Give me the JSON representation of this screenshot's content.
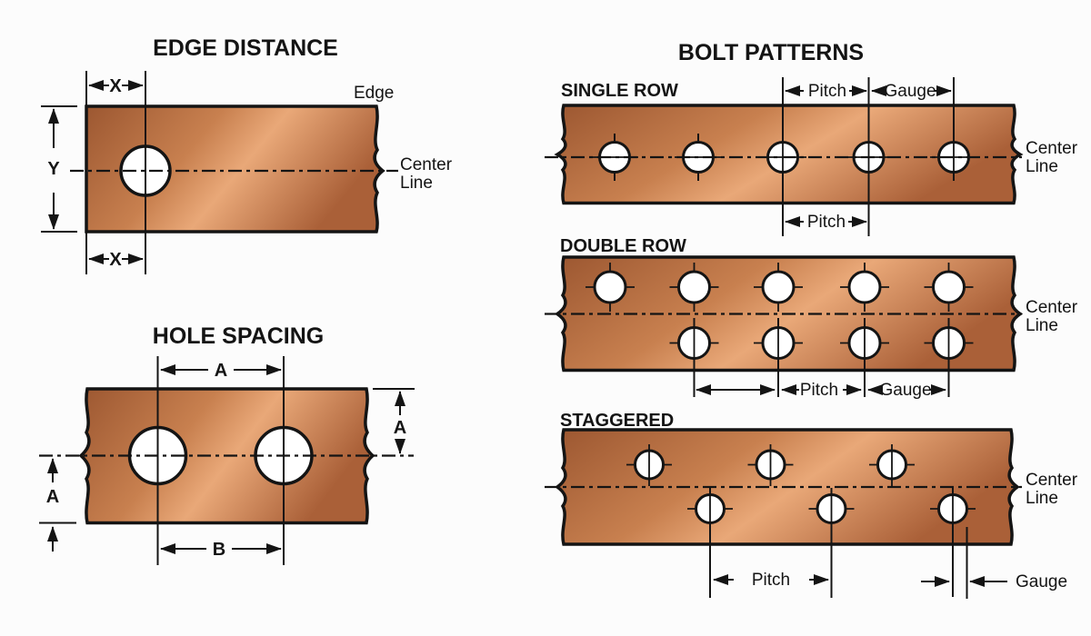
{
  "edge_distance": {
    "title": "EDGE DISTANCE",
    "x_top": "X",
    "x_bottom": "X",
    "y": "Y",
    "edge": "Edge",
    "center": "Center",
    "line": "Line"
  },
  "hole_spacing": {
    "title": "HOLE SPACING",
    "a_top": "A",
    "a_right": "A",
    "a_left": "A",
    "b": "B"
  },
  "bolt_patterns": {
    "title": "BOLT PATTERNS",
    "single_row": {
      "label": "SINGLE ROW",
      "pitch_top": "Pitch",
      "gauge_top": "Gauge",
      "pitch_bottom": "Pitch",
      "center": "Center",
      "line": "Line"
    },
    "double_row": {
      "label": "DOUBLE ROW",
      "pitch": "Pitch",
      "gauge": "Gauge",
      "center": "Center",
      "line": "Line"
    },
    "staggered": {
      "label": "STAGGERED",
      "pitch": "Pitch",
      "gauge": "Gauge",
      "center": "Center",
      "line": "Line"
    }
  },
  "colors": {
    "copper_dark": "#9c5731",
    "copper_mid": "#c8804f",
    "copper_light": "#e9a878",
    "copper_edge": "#aa6038",
    "outline": "#141414",
    "background": "#fcfcfc",
    "text": "#141414"
  }
}
